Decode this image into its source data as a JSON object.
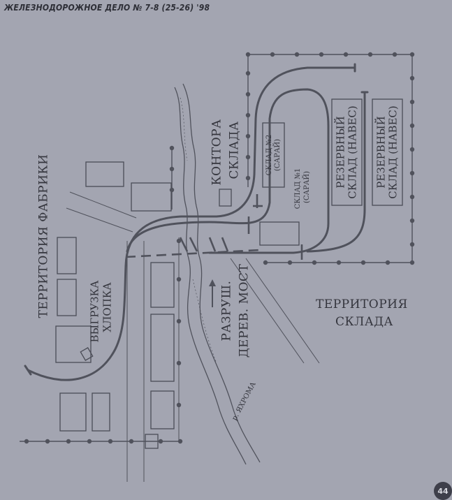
{
  "header": {
    "text": "ЖЕЛЕЗНОДОРОЖНОЕ ДЕЛО № 7-8 (25-26) '98"
  },
  "labels": {
    "factory_territory": "ТЕРРИТОРИЯ ФАБРИКИ",
    "warehouse_office_1": "КОНТОРА",
    "warehouse_office_2": "СКЛАДА",
    "warehouse_2_1": "СКЛАД №2",
    "warehouse_2_2": "(САРАЙ)",
    "warehouse_1_1": "СКЛАД №1",
    "warehouse_1_2": "(САРАЙ)",
    "reserve_a_1": "РЕЗЕРВНЫЙ",
    "reserve_a_2": "СКЛАД (НАВЕС)",
    "reserve_b_1": "РЕЗЕРВНЫЙ",
    "reserve_b_2": "СКЛАД (НАВЕС)",
    "warehouse_territory_1": "ТЕРРИТОРИЯ",
    "warehouse_territory_2": "СКЛАДА",
    "cotton_unloading_1": "ВЫГРУЗКА",
    "cotton_unloading_2": "ХЛОПКА",
    "bridge_1": "РАЗРУШ.",
    "bridge_2": "ДЕРЕВ. МОСТ",
    "river": "р. ЯХРОМА"
  },
  "page_number": "44",
  "colors": {
    "background": "#a3a5b1",
    "ink": "#34353d",
    "track": "#50525c"
  }
}
